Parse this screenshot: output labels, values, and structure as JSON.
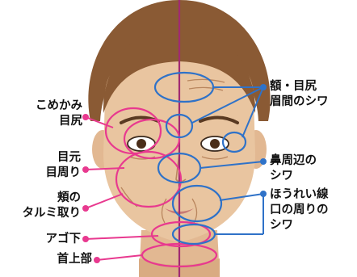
{
  "colors": {
    "pink": "#e8398f",
    "blue": "#2f72c8",
    "divider": "#a02a72",
    "skin": "#e9c5a0",
    "skin_shade": "#d9ab82",
    "hair": "#8a5a34",
    "text": "#111111",
    "background": "#ffffff"
  },
  "left_labels": [
    {
      "id": "temple-eye-corner",
      "lines": [
        "こめかみ",
        "目尻"
      ]
    },
    {
      "id": "eye-area",
      "lines": [
        "目元",
        "目周り"
      ]
    },
    {
      "id": "cheek-sag",
      "lines": [
        "頬の",
        "タルミ取り"
      ]
    },
    {
      "id": "under-chin",
      "lines": [
        "アゴ下"
      ]
    },
    {
      "id": "upper-neck",
      "lines": [
        "首上部"
      ]
    }
  ],
  "right_labels": [
    {
      "id": "forehead-glabella",
      "lines": [
        "額・目尻",
        "眉間のシワ"
      ]
    },
    {
      "id": "nose-area",
      "lines": [
        "鼻周辺の",
        "シワ"
      ]
    },
    {
      "id": "nasolabial",
      "lines": [
        "ほうれい線",
        "口の周りの",
        "シワ"
      ]
    }
  ],
  "icons": {
    "face": "face-illustration-icon",
    "pink_marker": "pink-dot-marker-icon",
    "blue_marker": "blue-dot-marker-icon"
  }
}
